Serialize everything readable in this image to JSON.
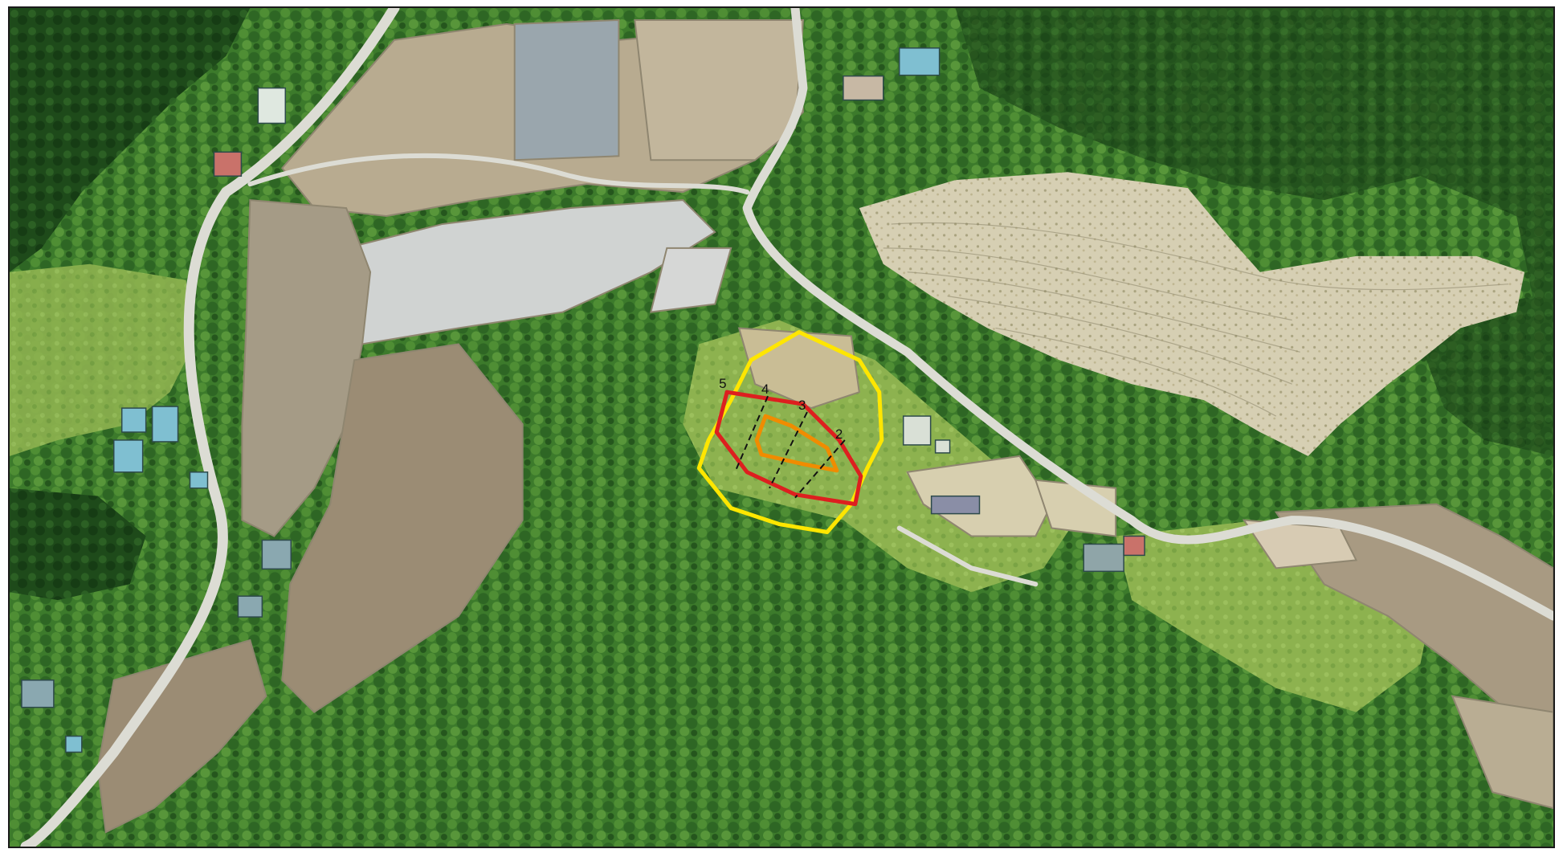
{
  "map": {
    "type": "aerial-photo",
    "colors": {
      "forest": "#3e7a2a",
      "forest_dark": "#1f4f1a",
      "grass": "#8fb04e",
      "clearcut": "#d8d2b8",
      "paddy": "#b9ab93",
      "paddy_flooded": "#d3d6d8",
      "road": "#d9d9d4",
      "contour": "#f0f0e8"
    },
    "overlays": {
      "outer_zone": {
        "color": "#ffe600"
      },
      "landslide_zone": {
        "color": "#dd1f1f"
      },
      "inner_zone": {
        "color": "#f08c00"
      },
      "survey_lines": {
        "color": "#111111",
        "style": "dashed",
        "labels": [
          "5",
          "4",
          "3",
          "2"
        ]
      }
    }
  }
}
